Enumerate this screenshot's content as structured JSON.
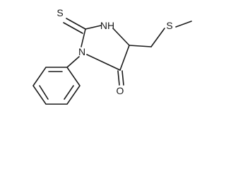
{
  "molecule": {
    "atoms": {
      "thione_s": "S",
      "nh": "NH",
      "n_ring": "N",
      "thioether_s": "S",
      "carbonyl_o": "O"
    }
  },
  "colors": {
    "ink": "#1a1a1a",
    "background": "#ffffff"
  }
}
